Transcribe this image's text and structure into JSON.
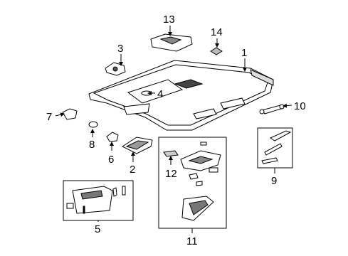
{
  "diagram": {
    "callouts": {
      "c1": "1",
      "c2": "2",
      "c3": "3",
      "c4": "4",
      "c5": "5",
      "c6": "6",
      "c7": "7",
      "c8": "8",
      "c9": "9",
      "c10": "10",
      "c11": "11",
      "c12": "12",
      "c13": "13",
      "c14": "14"
    }
  }
}
